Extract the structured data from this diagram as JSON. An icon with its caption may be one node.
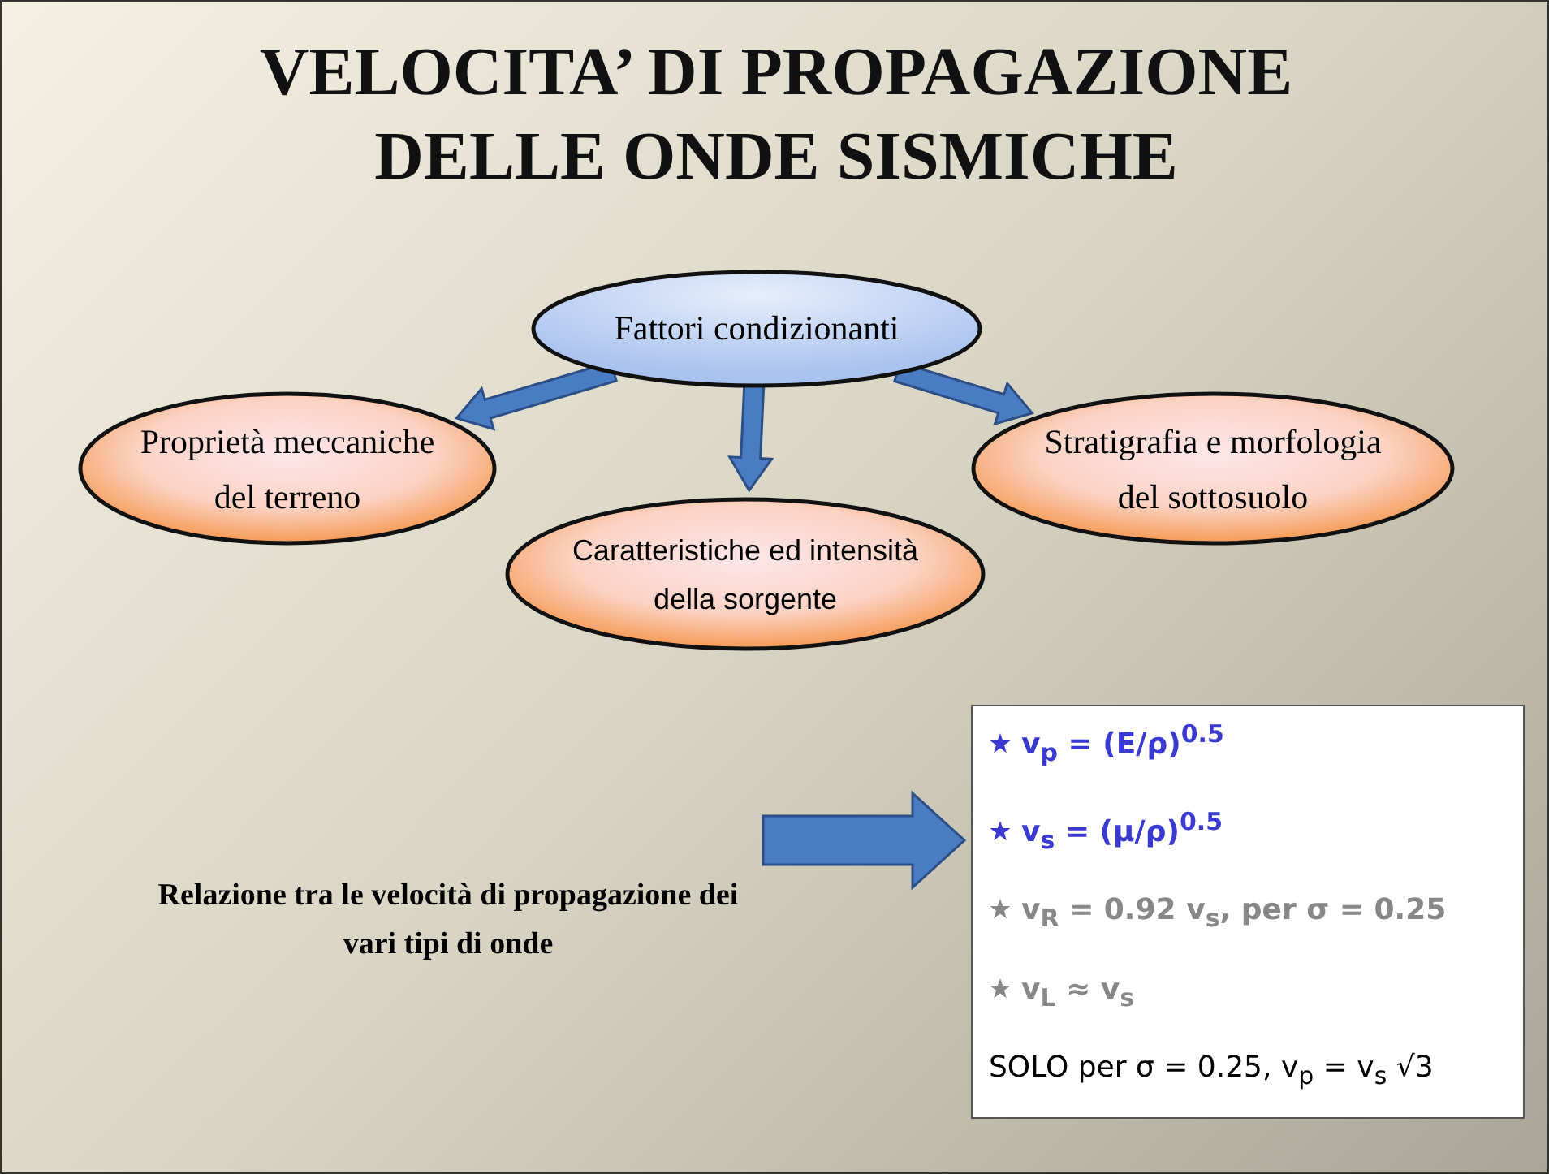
{
  "diagram": {
    "title": "VELOCITA’ DI PROPAGAZIONE DELLE ONDE SISMICHE",
    "nodes": [
      {
        "text": [
          "Fattori condizionanti"
        ]
      },
      {
        "text": [
          "Proprietà meccaniche del terreno"
        ]
      },
      {
        "text": [
          "Caratteristiche ed intensità della sorgente"
        ]
      },
      {
        "text": [
          "Stratigrafia e morfologia del sottosuolo"
        ]
      },
      {
        "text": [
          "Relazione tra le velocità di propagazione dei vari tipi di onde"
        ]
      },
      {
        "text": [
          "v$_{p}$ = (E/ρ)$^{0.5}$",
          "v$_{s}$ = (μ/ρ)$^{0.5}$",
          "v$_{R}$ = 0.92 v$_{s}$, per σ = 0.25",
          "v$_{L}$ ≈ v$_{s}$",
          "SOLO per σ = 0.25, v$_{p}$ = v$_{s}$ √3"
        ]
      }
    ],
    "edges": [
      {
        "from": 0,
        "to": 1,
        "arrow": "to"
      },
      {
        "from": 0,
        "to": 2,
        "arrow": "to"
      },
      {
        "from": 0,
        "to": 3,
        "arrow": "to"
      },
      {
        "from": 4,
        "to": 5,
        "arrow": "to"
      }
    ]
  }
}
